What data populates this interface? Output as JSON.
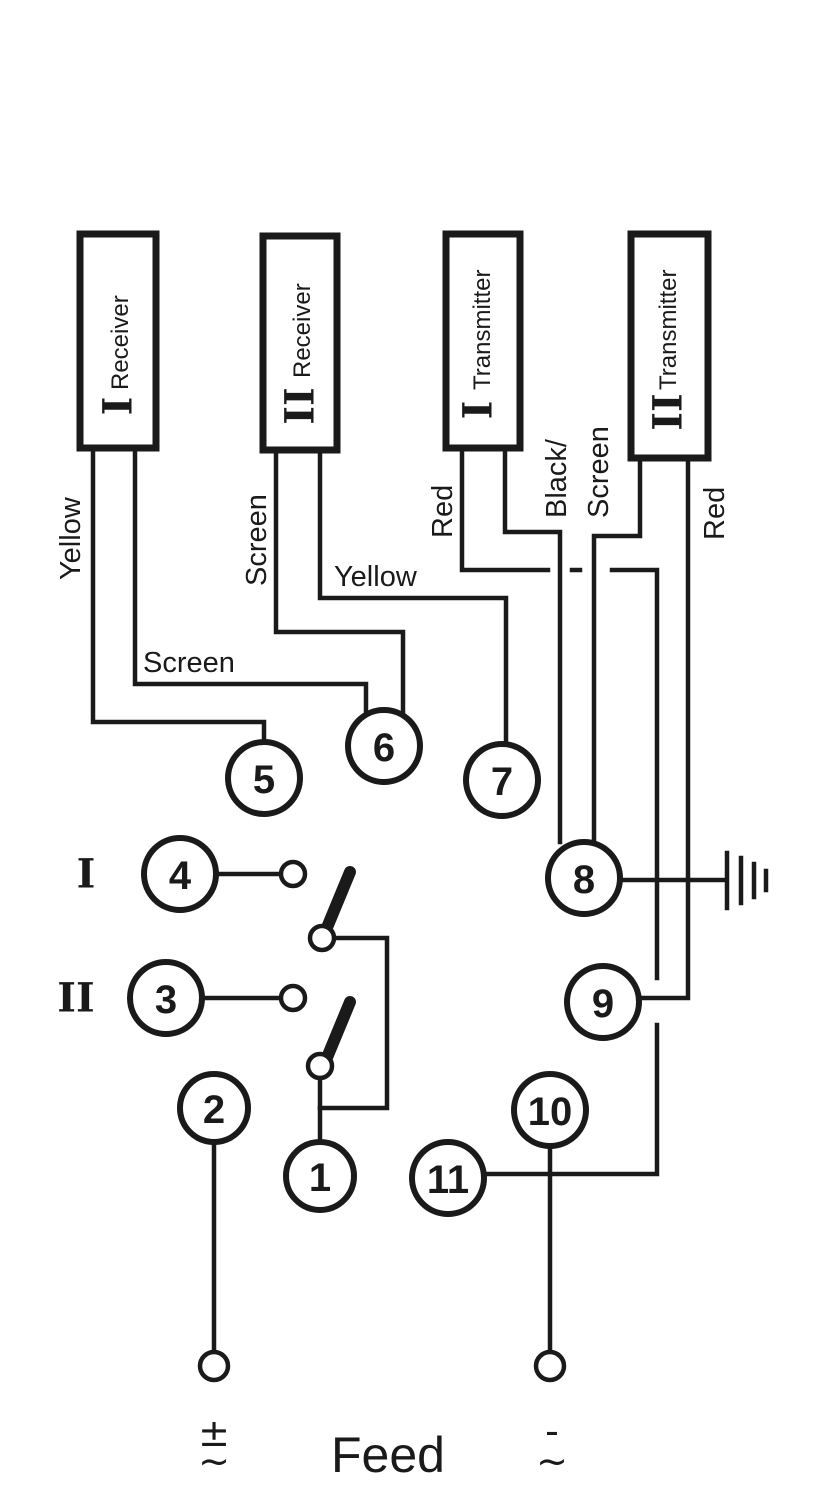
{
  "components": {
    "receiver_1": {
      "roman": "I",
      "label": "Receiver"
    },
    "receiver_2": {
      "roman": "II",
      "label": "Receiver"
    },
    "transmitter_1": {
      "roman": "I",
      "label": "Transmitter"
    },
    "transmitter_2": {
      "roman": "II",
      "label": "Transmitter"
    }
  },
  "wire_labels": {
    "r1_yellow": "Yellow",
    "r1_screen": "Screen",
    "r2_screen": "Screen",
    "r2_yellow": "Yellow",
    "t1_red": "Red",
    "t_black": "Black/",
    "t_screen": "Screen",
    "t2_red": "Red"
  },
  "terminals": [
    "1",
    "2",
    "3",
    "4",
    "5",
    "6",
    "7",
    "8",
    "9",
    "10",
    "11"
  ],
  "channel_labels": {
    "channel_1": "I",
    "channel_2": "II"
  },
  "feed": {
    "label": "Feed",
    "plus_symbol": "±",
    "plus_tilde": "~",
    "minus_symbol": "-",
    "minus_tilde": "~"
  }
}
